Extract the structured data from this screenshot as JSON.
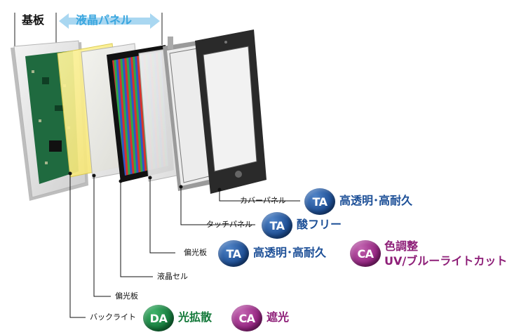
{
  "header": {
    "substrate": "基板",
    "lcd_panel": "液晶パネル"
  },
  "layers": {
    "cover_panel": "カバーパネル",
    "touch_panel": "タッチパネル",
    "polarizer_front": "偏光板",
    "lcd_cell": "液晶セル",
    "polarizer_back": "偏光板",
    "backlight": "バックライト"
  },
  "badges": {
    "ta": "TA",
    "da": "DA",
    "ca": "CA"
  },
  "descriptions": {
    "cover_panel": "高透明･高耐久",
    "touch_panel": "酸フリー",
    "polarizer_front_ta": "高透明･高耐久",
    "polarizer_front_ca_line1": "色調整",
    "polarizer_front_ca_line2": "UV/ブルーライトカット",
    "backlight_da": "光拡散",
    "backlight_ca": "遮光"
  },
  "colors": {
    "ta_blue": "#1c4f97",
    "da_green": "#14793a",
    "ca_purple": "#8e1f78",
    "header_blue": "#3aa6df",
    "lcd_panel_arrow": "#a9d7f1"
  }
}
